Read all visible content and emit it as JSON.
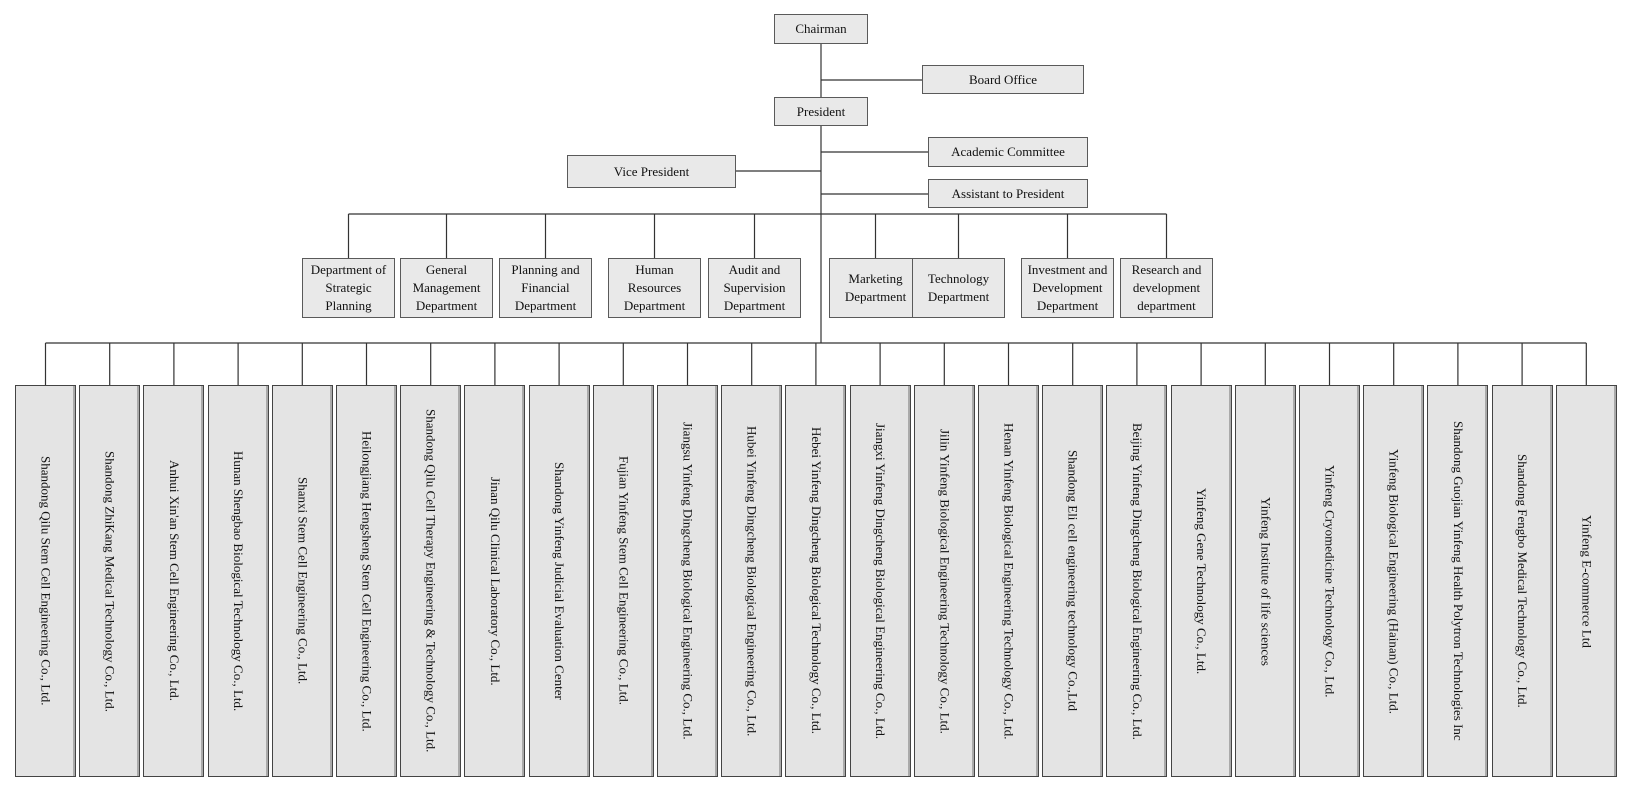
{
  "top": {
    "chairman": "Chairman",
    "board_office": "Board Office",
    "president": "President",
    "vice_president": "Vice President",
    "academic_committee": "Academic Committee",
    "assistant_to_president": "Assistant to President"
  },
  "departments": [
    "Department of Strategic Planning",
    "General Management Department",
    "Planning and Financial Department",
    "Human Resources Department",
    "Audit and Supervision Department",
    "Marketing Department",
    "Technology Department",
    "Investment and Development Department",
    "Research and development department"
  ],
  "subsidiaries": [
    "Shandong Qilu Stem Cell Engineering Co., Ltd.",
    "Shandong ZhiKang Medical Technology Co., Ltd.",
    "Anhui Xin'an Stem Cell Engineering Co., Ltd.",
    "Hunan Shengbao Biological Technology Co., Ltd.",
    "Shanxi Stem Cell Engineering Co., Ltd.",
    "Heilongjiang Hengsheng Stem Cell Engineering Co., Ltd.",
    "Shandong Qilu Cell Therapy Engineering & Technology Co., Ltd.",
    "Jinan Qilu Clinical Laboratory Co., Ltd.",
    "Shandong Yinfeng Judicial Evaluation Center",
    "Fujian Yinfeng Stem Cell Engineering Co., Ltd.",
    "Jiangsu Yinfeng Dingcheng Biological Engineering Co., Ltd.",
    "Hubei Yinfeng Dingcheng Biological Engineering Co., Ltd.",
    "Hebei Yinfeng Dingcheng Biological Technology Co., Ltd.",
    "Jiangxi Yinfeng Dingcheng Biological Engineering Co., Ltd.",
    "Jilin Yinfeng Biological Engineering Technology Co., Ltd.",
    "Henan Yinfeng Biological Engineering Technology Co., Ltd.",
    "Shandong Eli cell engineering technology Co.,Ltd",
    "Beijing Yinfeng Dingcheng Biological Engineering Co., Ltd.",
    "Yinfeng Gene Technology Co., Ltd.",
    "Yinfeng Institute of life sciences",
    "Yinfeng Cryomedicine Technology Co., Ltd.",
    "Yinfeng Biological Engineering (Hainan) Co., Ltd.",
    "Shandong Guojian Yinfeng Health Polytron Technologies Inc",
    "Shandong Fengbo Medical Technology Co., Ltd.",
    "Yinfeng E-commerce Ltd"
  ]
}
